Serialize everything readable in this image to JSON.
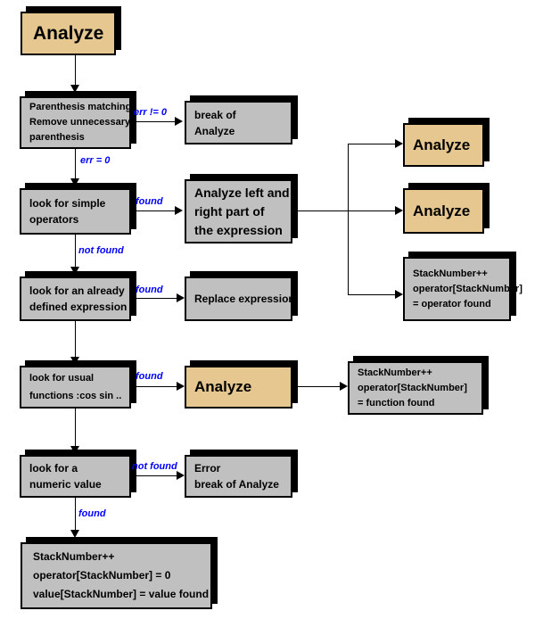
{
  "diagram": {
    "background": "#FFFFFF",
    "colors": {
      "node_gray": "#C0C0C0",
      "node_tan": "#E5C78F",
      "shadow_black": "#000000",
      "edge_label_blue": "#0000FF",
      "border_black": "#000000"
    },
    "nodes": {
      "start": {
        "line1": "Analyze"
      },
      "paren": {
        "line1": "Parenthesis matching",
        "line2": "Remove unnecessary",
        "line3": "parenthesis"
      },
      "break_top": {
        "line1": "break of",
        "line2": "Analyze"
      },
      "simple_ops": {
        "line1": "look for simple",
        "line2": "operators"
      },
      "analyze_lr": {
        "line1": "Analyze left and",
        "line2": "right part of",
        "line3": "the expression"
      },
      "analyze_right1": {
        "line1": "Analyze"
      },
      "analyze_right2": {
        "line1": "Analyze"
      },
      "stack_operator": {
        "line1": "StackNumber++",
        "line2": "operator[StackNumber]",
        "line3": "= operator found"
      },
      "already_defined": {
        "line1": "look for an already",
        "line2": "defined expression"
      },
      "replace_expr": {
        "line1": "Replace expression"
      },
      "usual_funcs": {
        "line1": "look for usual",
        "line2": "functions :cos sin .."
      },
      "analyze_funcs": {
        "line1": "Analyze"
      },
      "stack_function": {
        "line1": "StackNumber++",
        "line2": "operator[StackNumber]",
        "line3": "= function found"
      },
      "numeric_value": {
        "line1": "look for a",
        "line2": "numeric value"
      },
      "error_break": {
        "line1": "Error",
        "line2": "break of Analyze"
      },
      "stack_value": {
        "line1": "StackNumber++",
        "line2": "operator[StackNumber] = 0",
        "line3": "value[StackNumber] = value found"
      }
    },
    "edge_labels": {
      "err_neq": "err != 0",
      "err_eq": "err = 0",
      "found_simple": "found",
      "not_found_simple": "not found",
      "found_defined": "found",
      "found_funcs": "found",
      "not_found_numeric": "not found",
      "found_numeric": "found"
    }
  }
}
